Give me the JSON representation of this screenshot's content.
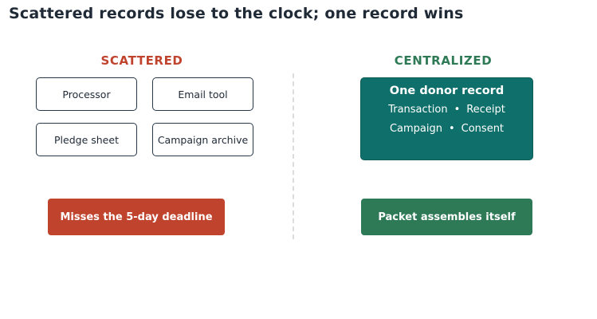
{
  "title": "Scattered records lose to the clock; one record wins",
  "colors": {
    "scattered_accent": "#c0432e",
    "centralized_accent": "#2e7a56",
    "record_fill": "#0f6f6a",
    "box_border": "#26384a",
    "text_dark": "#1f2a36"
  },
  "scattered": {
    "heading": "SCATTERED",
    "sources": [
      "Processor",
      "Email tool",
      "Pledge sheet",
      "Campaign archive"
    ],
    "outcome": "Misses the 5-day deadline"
  },
  "centralized": {
    "heading": "CENTRALIZED",
    "record": {
      "title": "One donor record",
      "line1_a": "Transaction",
      "line1_b": "Receipt",
      "line2_a": "Campaign",
      "line2_b": "Consent",
      "separator": "•"
    },
    "outcome": "Packet assembles itself"
  }
}
